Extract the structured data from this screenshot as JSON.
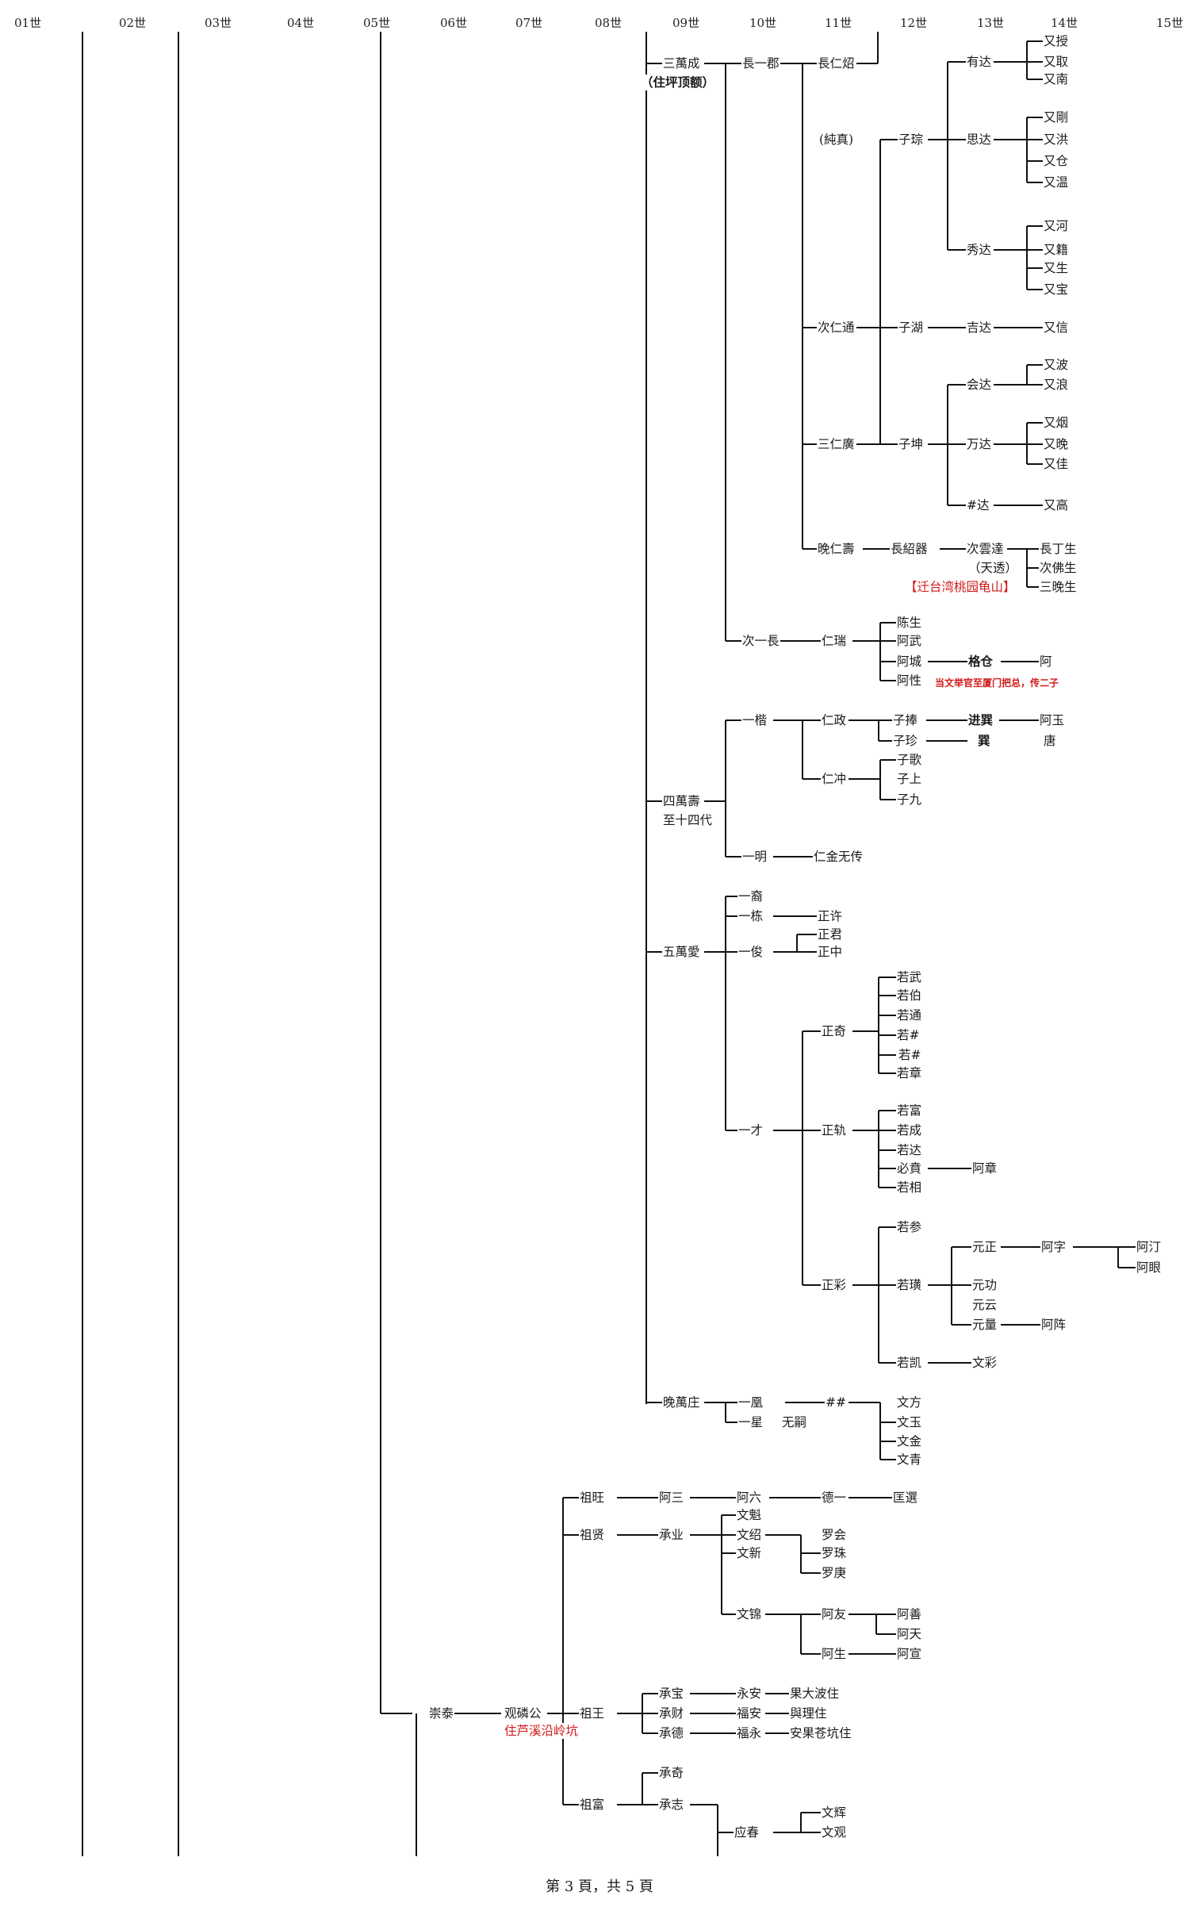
{
  "generations": [
    "01世",
    "02世",
    "03世",
    "04世",
    "05世",
    "06世",
    "07世",
    "08世",
    "09世",
    "10世",
    "11世",
    "12世",
    "13世",
    "14世",
    "15世"
  ],
  "footer": "第 3 頁，共 5 頁",
  "colors": {
    "line": "#111111",
    "note_red": "#d11a1a"
  },
  "nodes": [
    {
      "id": "n1",
      "text": "三萬成"
    },
    {
      "id": "n2",
      "text": "（住坪顶额）",
      "style": "bold"
    },
    {
      "id": "n3",
      "text": "長一郡"
    },
    {
      "id": "n4",
      "text": "長仁炤"
    },
    {
      "id": "n5",
      "text": "(純真)"
    },
    {
      "id": "n6",
      "text": "有达"
    },
    {
      "id": "n7",
      "text": "又授"
    },
    {
      "id": "n8",
      "text": "又取"
    },
    {
      "id": "n9",
      "text": "又南"
    },
    {
      "id": "n10",
      "text": "子琮"
    },
    {
      "id": "n11",
      "text": "思达"
    },
    {
      "id": "n12",
      "text": "又剛"
    },
    {
      "id": "n13",
      "text": "又洪"
    },
    {
      "id": "n14",
      "text": "又仓"
    },
    {
      "id": "n15",
      "text": "又温"
    },
    {
      "id": "n16",
      "text": "秀达"
    },
    {
      "id": "n17",
      "text": "又河"
    },
    {
      "id": "n18",
      "text": "又籍"
    },
    {
      "id": "n19",
      "text": "又生"
    },
    {
      "id": "n20",
      "text": "又宝"
    },
    {
      "id": "n21",
      "text": "次仁通"
    },
    {
      "id": "n22",
      "text": "子湖"
    },
    {
      "id": "n23",
      "text": "吉达"
    },
    {
      "id": "n24",
      "text": "又信"
    },
    {
      "id": "n25",
      "text": "会达"
    },
    {
      "id": "n26",
      "text": "又波"
    },
    {
      "id": "n27",
      "text": "又浪"
    },
    {
      "id": "n28",
      "text": "三仁廣"
    },
    {
      "id": "n29",
      "text": "子坤"
    },
    {
      "id": "n30",
      "text": "万达"
    },
    {
      "id": "n31",
      "text": "又烟"
    },
    {
      "id": "n32",
      "text": "又晚"
    },
    {
      "id": "n33",
      "text": "又佳"
    },
    {
      "id": "n34",
      "text": "#达"
    },
    {
      "id": "n35",
      "text": "又高"
    },
    {
      "id": "n36",
      "text": "晚仁壽"
    },
    {
      "id": "n37",
      "text": "長紹器"
    },
    {
      "id": "n38",
      "text": "次雲達"
    },
    {
      "id": "n39",
      "text": "（天透）"
    },
    {
      "id": "n40",
      "text": "【迁台湾桃园龟山】",
      "style": "red"
    },
    {
      "id": "n41",
      "text": "長丁生"
    },
    {
      "id": "n42",
      "text": "次佛生"
    },
    {
      "id": "n43",
      "text": "三晚生"
    },
    {
      "id": "n44",
      "text": "陈生"
    },
    {
      "id": "n45",
      "text": "阿武"
    },
    {
      "id": "n46",
      "text": "次一長"
    },
    {
      "id": "n47",
      "text": "仁瑞"
    },
    {
      "id": "n48",
      "text": "阿城"
    },
    {
      "id": "n49",
      "text": "格仓",
      "style": "bold"
    },
    {
      "id": "n50",
      "text": "阿"
    },
    {
      "id": "n51",
      "text": "阿性"
    },
    {
      "id": "n52",
      "text": "当文举官至厦门把总，传二子",
      "style": "redsmall"
    },
    {
      "id": "n53",
      "text": "一楷"
    },
    {
      "id": "n54",
      "text": "仁政"
    },
    {
      "id": "n55",
      "text": "子捧"
    },
    {
      "id": "n56",
      "text": "进巽",
      "style": "bold"
    },
    {
      "id": "n57",
      "text": "阿玉"
    },
    {
      "id": "n58",
      "text": "子珍"
    },
    {
      "id": "n59",
      "text": "巽",
      "style": "bold"
    },
    {
      "id": "n60",
      "text": "唐"
    },
    {
      "id": "n61",
      "text": "子歌"
    },
    {
      "id": "n62",
      "text": "仁冲"
    },
    {
      "id": "n63",
      "text": "子上"
    },
    {
      "id": "n64",
      "text": "四萬壽"
    },
    {
      "id": "n65",
      "text": "至十四代"
    },
    {
      "id": "n66",
      "text": "子九"
    },
    {
      "id": "n67",
      "text": "一明"
    },
    {
      "id": "n68",
      "text": "仁金无传"
    },
    {
      "id": "n69",
      "text": "一裔"
    },
    {
      "id": "n70",
      "text": "一栋"
    },
    {
      "id": "n71",
      "text": "正许"
    },
    {
      "id": "n72",
      "text": "正君"
    },
    {
      "id": "n73",
      "text": "五萬愛"
    },
    {
      "id": "n74",
      "text": "一俊"
    },
    {
      "id": "n75",
      "text": "正中"
    },
    {
      "id": "n76",
      "text": "若武"
    },
    {
      "id": "n77",
      "text": "若伯"
    },
    {
      "id": "n78",
      "text": "若通"
    },
    {
      "id": "n79",
      "text": "正奇"
    },
    {
      "id": "n80",
      "text": "若#"
    },
    {
      "id": "n81",
      "text": "若#"
    },
    {
      "id": "n82",
      "text": "若章"
    },
    {
      "id": "n83",
      "text": "若富"
    },
    {
      "id": "n84",
      "text": "若成"
    },
    {
      "id": "n85",
      "text": "一才"
    },
    {
      "id": "n86",
      "text": "正轨"
    },
    {
      "id": "n87",
      "text": "若达"
    },
    {
      "id": "n88",
      "text": "必賁"
    },
    {
      "id": "n89",
      "text": "阿章"
    },
    {
      "id": "n90",
      "text": "若相"
    },
    {
      "id": "n91",
      "text": "若参"
    },
    {
      "id": "n92",
      "text": "元正"
    },
    {
      "id": "n93",
      "text": "阿字"
    },
    {
      "id": "n94",
      "text": "阿汀"
    },
    {
      "id": "n95",
      "text": "阿眼"
    },
    {
      "id": "n96",
      "text": "正彩"
    },
    {
      "id": "n97",
      "text": "若璜"
    },
    {
      "id": "n98",
      "text": "元功"
    },
    {
      "id": "n99",
      "text": "元云"
    },
    {
      "id": "n100",
      "text": "元量"
    },
    {
      "id": "n101",
      "text": "阿阵"
    },
    {
      "id": "n102",
      "text": "若凯"
    },
    {
      "id": "n103",
      "text": "文彩"
    },
    {
      "id": "n104",
      "text": "晚萬庄"
    },
    {
      "id": "n105",
      "text": "一凰"
    },
    {
      "id": "n106",
      "text": "##"
    },
    {
      "id": "n107",
      "text": "文方"
    },
    {
      "id": "n108",
      "text": "一星"
    },
    {
      "id": "n109",
      "text": "无嗣"
    },
    {
      "id": "n110",
      "text": "文玉"
    },
    {
      "id": "n111",
      "text": "文金"
    },
    {
      "id": "n112",
      "text": "文青"
    },
    {
      "id": "n113",
      "text": "祖旺"
    },
    {
      "id": "n114",
      "text": "阿三"
    },
    {
      "id": "n115",
      "text": "阿六"
    },
    {
      "id": "n116",
      "text": "德一"
    },
    {
      "id": "n117",
      "text": "匡選"
    },
    {
      "id": "n118",
      "text": "文魁"
    },
    {
      "id": "n119",
      "text": "祖贤"
    },
    {
      "id": "n120",
      "text": "承业"
    },
    {
      "id": "n121",
      "text": "文绍"
    },
    {
      "id": "n122",
      "text": "罗会"
    },
    {
      "id": "n123",
      "text": "文新"
    },
    {
      "id": "n124",
      "text": "罗珠"
    },
    {
      "id": "n125",
      "text": "罗庚"
    },
    {
      "id": "n126",
      "text": "文锦"
    },
    {
      "id": "n127",
      "text": "阿友"
    },
    {
      "id": "n128",
      "text": "阿善"
    },
    {
      "id": "n129",
      "text": "阿天"
    },
    {
      "id": "n130",
      "text": "阿生"
    },
    {
      "id": "n131",
      "text": "阿宣"
    },
    {
      "id": "n132",
      "text": "崇泰"
    },
    {
      "id": "n133",
      "text": "观磷公"
    },
    {
      "id": "n134",
      "text": "住芦溪沿岭坑",
      "style": "red"
    },
    {
      "id": "n135",
      "text": "祖王"
    },
    {
      "id": "n136",
      "text": "承宝"
    },
    {
      "id": "n137",
      "text": "永安"
    },
    {
      "id": "n138",
      "text": "果大波住"
    },
    {
      "id": "n139",
      "text": "承财"
    },
    {
      "id": "n140",
      "text": "福安"
    },
    {
      "id": "n141",
      "text": "與理住"
    },
    {
      "id": "n142",
      "text": "承德"
    },
    {
      "id": "n143",
      "text": "福永"
    },
    {
      "id": "n144",
      "text": "安果苍坑住"
    },
    {
      "id": "n145",
      "text": "承奇"
    },
    {
      "id": "n146",
      "text": "祖富"
    },
    {
      "id": "n147",
      "text": "承志"
    },
    {
      "id": "n148",
      "text": "文辉"
    },
    {
      "id": "n149",
      "text": "应春"
    },
    {
      "id": "n150",
      "text": "文观"
    }
  ]
}
